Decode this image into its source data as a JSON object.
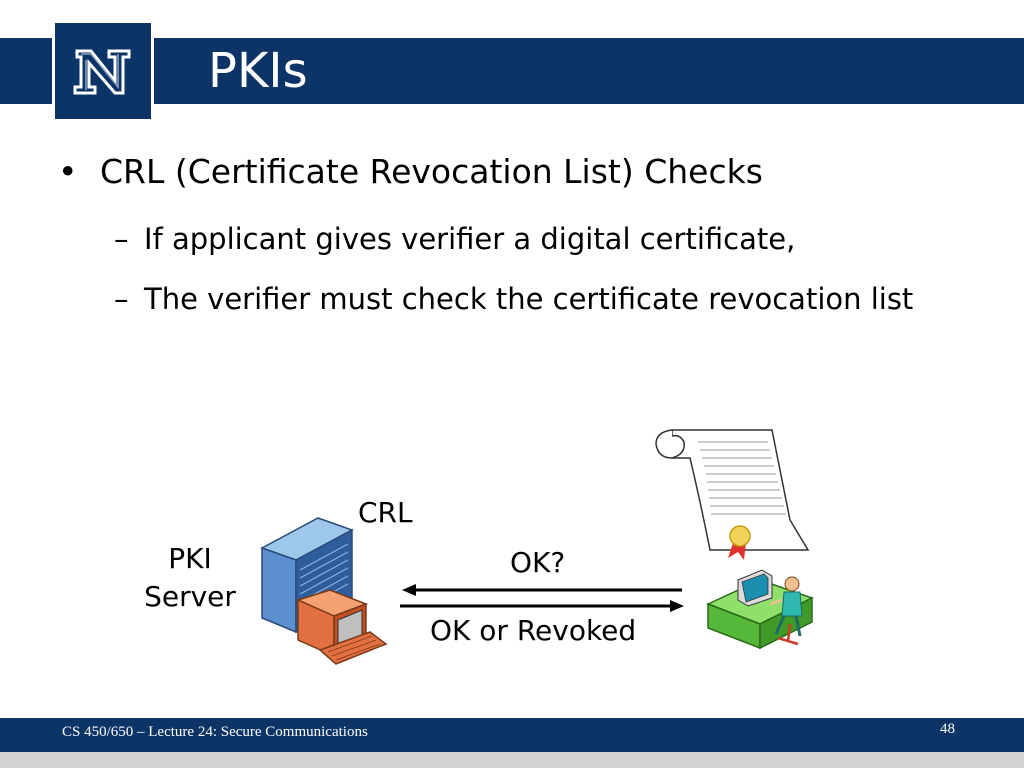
{
  "slide": {
    "title": "PKIs",
    "logo": "N"
  },
  "content": {
    "bullet1": "CRL (Certificate Revocation List) Checks",
    "sub1": "If applicant gives verifier a digital certificate,",
    "sub2": "The verifier must check the certificate revocation list",
    "bullet_glyph": "•",
    "dash_glyph": "–"
  },
  "diagram": {
    "server_label_line1": "PKI",
    "server_label_line2": "Server",
    "crl_label": "CRL",
    "request_label": "OK?",
    "response_label": "OK or Revoked",
    "icons": [
      "server-computer-icon",
      "certificate-scroll-icon",
      "verifier-desk-icon"
    ]
  },
  "footer": {
    "course": "CS 450/650 – Lecture 24: Secure Communications",
    "page": "48"
  },
  "colors": {
    "navy": "#0c3466",
    "footer_strip": "#d3d3d3"
  }
}
